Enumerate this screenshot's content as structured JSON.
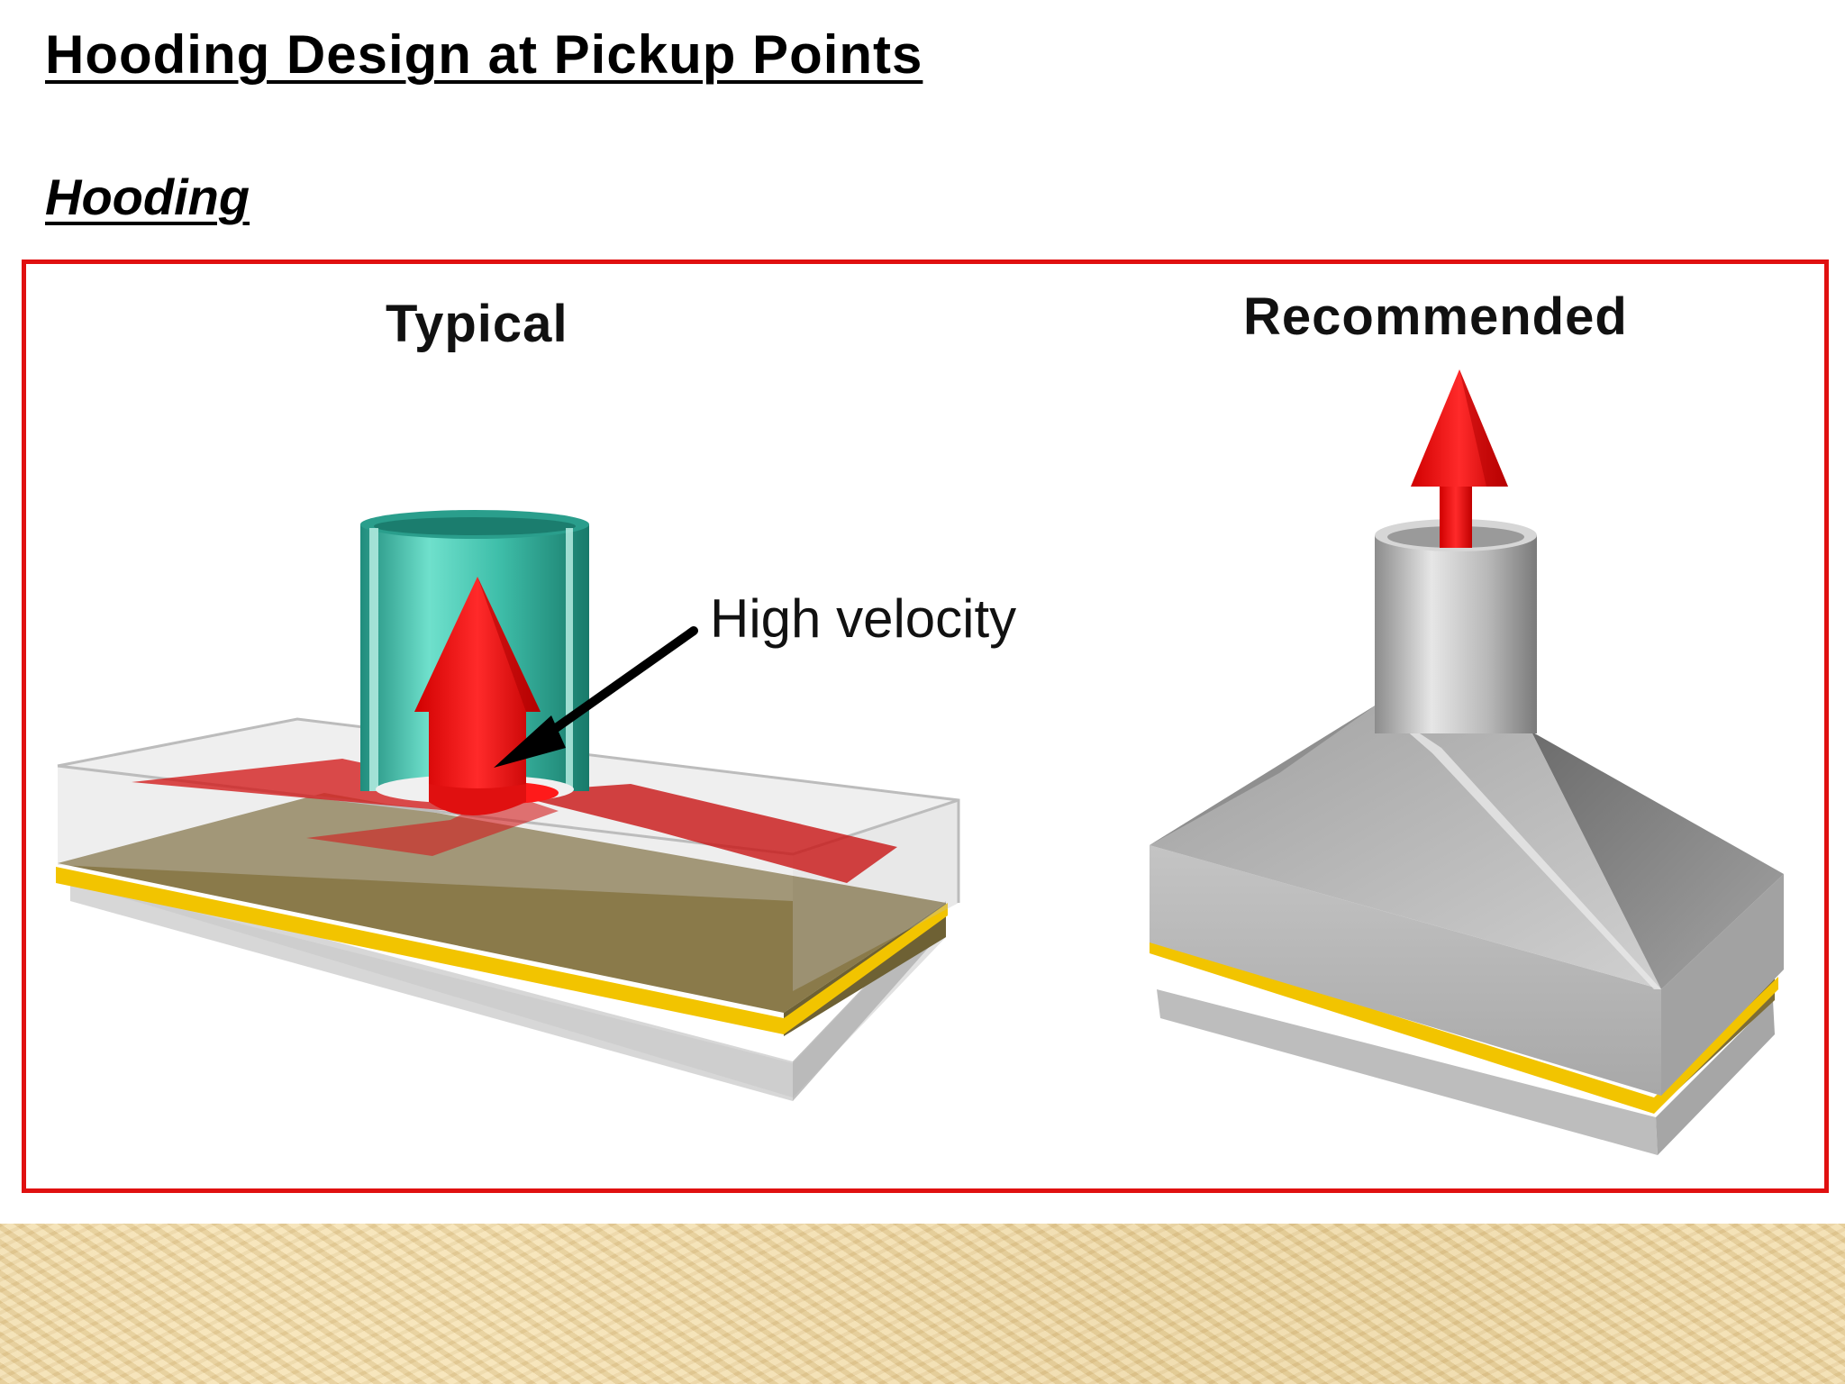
{
  "slide": {
    "title": "Hooding Design at Pickup Points",
    "section_title": "Hooding"
  },
  "diagram": {
    "left_panel": {
      "label": "Typical",
      "annotation": "High velocity"
    },
    "right_panel": {
      "label": "Recommended"
    },
    "colors": {
      "frame_border": "#e01010",
      "airflow_arrow": "#ff0000",
      "duct_typical": "#3fbfaa",
      "hood_recommended": "#a9a9a9",
      "belt_edge": "#f2c400",
      "material": "#8a7a4a",
      "floor_texture": "#eed8a5"
    },
    "icons": [
      "airflow-arrow-icon",
      "pointer-arrow-icon"
    ]
  }
}
